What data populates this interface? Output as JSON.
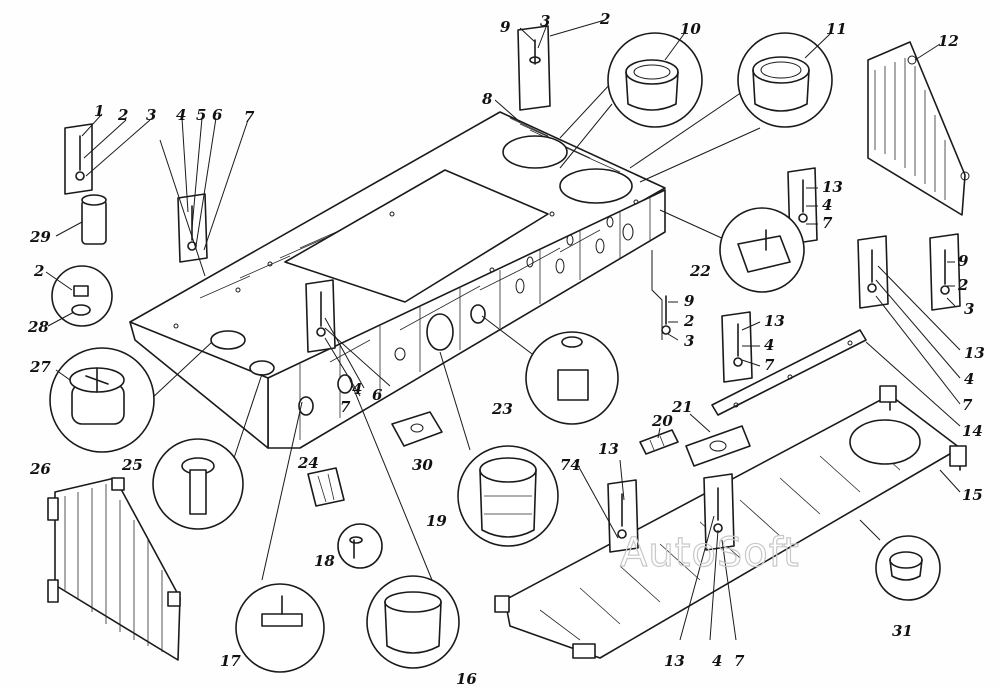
{
  "watermark": "AutoSoft",
  "callouts": [
    {
      "id": "c9a",
      "text": "9"
    },
    {
      "id": "c3a",
      "text": "3"
    },
    {
      "id": "c2a",
      "text": "2"
    },
    {
      "id": "c10",
      "text": "10"
    },
    {
      "id": "c11",
      "text": "11"
    },
    {
      "id": "c12",
      "text": "12"
    },
    {
      "id": "c8",
      "text": "8"
    },
    {
      "id": "c1",
      "text": "1"
    },
    {
      "id": "c2b",
      "text": "2"
    },
    {
      "id": "c3b",
      "text": "3"
    },
    {
      "id": "c4a",
      "text": "4"
    },
    {
      "id": "c5",
      "text": "5"
    },
    {
      "id": "c6a",
      "text": "6"
    },
    {
      "id": "c7a",
      "text": "7"
    },
    {
      "id": "c29",
      "text": "29"
    },
    {
      "id": "c2c",
      "text": "2"
    },
    {
      "id": "c28",
      "text": "28"
    },
    {
      "id": "c27",
      "text": "27"
    },
    {
      "id": "c26",
      "text": "26"
    },
    {
      "id": "c25",
      "text": "25"
    },
    {
      "id": "c24",
      "text": "24"
    },
    {
      "id": "c18",
      "text": "18"
    },
    {
      "id": "c17",
      "text": "17"
    },
    {
      "id": "c16",
      "text": "16"
    },
    {
      "id": "c30",
      "text": "30"
    },
    {
      "id": "c19",
      "text": "19"
    },
    {
      "id": "c4b",
      "text": "4"
    },
    {
      "id": "c6b",
      "text": "6"
    },
    {
      "id": "c7b",
      "text": "7"
    },
    {
      "id": "c23",
      "text": "23"
    },
    {
      "id": "c9b",
      "text": "9"
    },
    {
      "id": "c2d",
      "text": "2"
    },
    {
      "id": "c3c",
      "text": "3"
    },
    {
      "id": "c22",
      "text": "22"
    },
    {
      "id": "c13a",
      "text": "13"
    },
    {
      "id": "c4c",
      "text": "4"
    },
    {
      "id": "c7c",
      "text": "7"
    },
    {
      "id": "c9c",
      "text": "9"
    },
    {
      "id": "c2e",
      "text": "2"
    },
    {
      "id": "c3d",
      "text": "3"
    },
    {
      "id": "c13b",
      "text": "13"
    },
    {
      "id": "c4d",
      "text": "4"
    },
    {
      "id": "c7d",
      "text": "7"
    },
    {
      "id": "c13c",
      "text": "13"
    },
    {
      "id": "c4e",
      "text": "4"
    },
    {
      "id": "c7e",
      "text": "7"
    },
    {
      "id": "c14",
      "text": "14"
    },
    {
      "id": "c15",
      "text": "15"
    },
    {
      "id": "c20",
      "text": "20"
    },
    {
      "id": "c21",
      "text": "21"
    },
    {
      "id": "c74",
      "text": "74"
    },
    {
      "id": "c13d",
      "text": "13"
    },
    {
      "id": "c13e",
      "text": "13"
    },
    {
      "id": "c4f",
      "text": "4"
    },
    {
      "id": "c7f",
      "text": "7"
    },
    {
      "id": "c31",
      "text": "31"
    }
  ]
}
